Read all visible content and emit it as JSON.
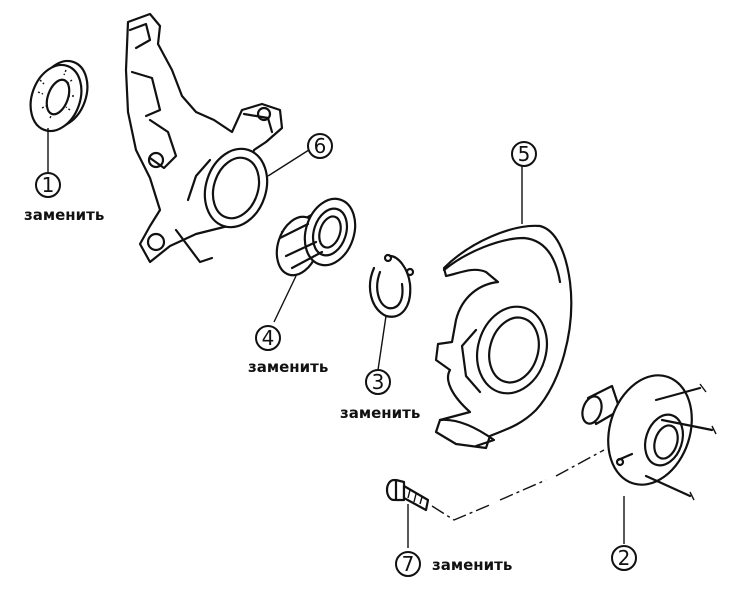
{
  "callouts": [
    {
      "id": "1",
      "note": "заменить"
    },
    {
      "id": "2",
      "note": ""
    },
    {
      "id": "3",
      "note": "заменить"
    },
    {
      "id": "4",
      "note": "заменить"
    },
    {
      "id": "5",
      "note": ""
    },
    {
      "id": "6",
      "note": ""
    },
    {
      "id": "7",
      "note": "заменить"
    }
  ]
}
